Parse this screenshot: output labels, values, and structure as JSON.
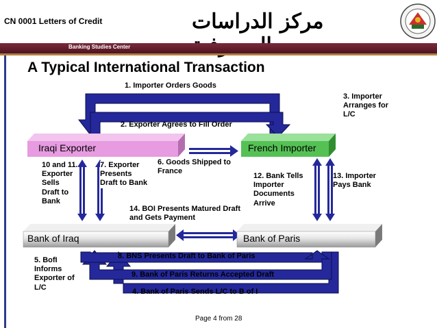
{
  "header": {
    "course_code": "CN 0001  Letters of Credit",
    "arabic_title": "مركز الدراسات المصرفية",
    "org_name": "Banking Studies Center"
  },
  "slide": {
    "title": "A Typical International Transaction"
  },
  "parties": {
    "exporter": "Iraqi Exporter",
    "importer": "French Importer",
    "exporter_bank": "Bank of Iraq",
    "importer_bank": "Bank of Paris"
  },
  "steps": {
    "s1": "1. Importer Orders Goods",
    "s2": "2. Exporter Agrees to Fill Order",
    "s3": "3. Importer\nArranges for\nL/C",
    "s4": "4. Bank of Paris Sends L/C to B of I",
    "s5": "5. BofI\nInforms\nExporter of\nL/C",
    "s6": "6. Goods Shipped to\nFrance",
    "s7": "7. Exporter\nPresents\nDraft to Bank",
    "s8": "8. BNS Presents Draft to Bank of Paris",
    "s9": "9. Bank of Paris Returns Accepted Draft",
    "s10": "10 and 11.\nExporter\nSells\nDraft to\nBank",
    "s12": "12. Bank Tells\nImporter\nDocuments\nArrive",
    "s13": "13. Importer\nPays Bank",
    "s14": "14. BOI Presents Matured Draft\nand Gets Payment"
  },
  "footer": {
    "page_label": "Page 4  from 28"
  },
  "colors": {
    "exporter_box": "#e79be0",
    "importer_box": "#55c155",
    "bank_box": "#d0d0d0",
    "arrow_fill": "#24289a",
    "header_band": "#5a1a2a"
  }
}
